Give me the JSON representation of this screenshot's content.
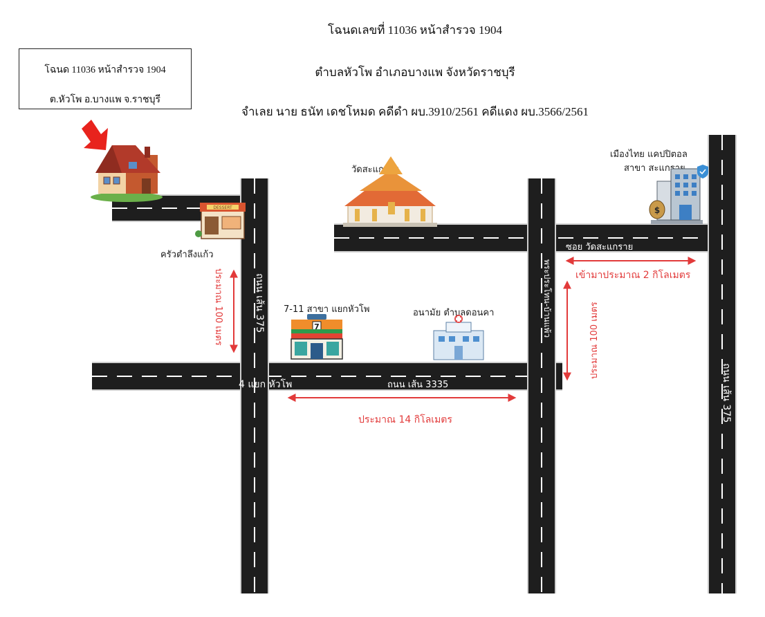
{
  "header": {
    "line1": "โฉนดเลขที่ 11036   หน้าสำรวจ 1904",
    "line2": "ตำบลหัวโพ อำเภอบางแพ     จังหวัดราชบุรี",
    "line3": "จำเลย นาย ธนัท เดชโหมด    คดีดำ ผบ.3910/2561  คดีแดง ผบ.3566/2561"
  },
  "location_box": {
    "line1": "โฉนด 11036 หน้าสำรวจ 1904",
    "line2": "ต.หัวโพ อ.บางแพ จ.ราชบุรี"
  },
  "landmarks": {
    "restaurant": "ครัวตำลึงแก้ว",
    "temple": "วัดสะแกราย",
    "seven_eleven": "7-11 สาขา แยกหัวโพ",
    "health_center": "อนามัย ตำบลดอนคา",
    "bank_line1": "เมืองไทย แคปปิตอล",
    "bank_line2": "สาขา สะแกราย",
    "dessert_sign": "DESSERT"
  },
  "roads": {
    "road_375_left": "ถนน เส้น 375",
    "road_375_right": "ถนน เส้น 375",
    "road_3335": "ถนน เส้น 3335",
    "intersection": "4 แยก หัวโพ",
    "soi_temple": "ซอย วัดสะแกราย",
    "phra_road": "พระประโทน-บ้านแพ้ว"
  },
  "distances": {
    "left_vertical": "ประมาณ 100 เมตร",
    "bottom": "ประมาณ 14 กิโลเมตร",
    "soi": "เข้ามาประมาณ 2 กิโลเมตร",
    "right_vertical": "ประมาณ 100 เมตร"
  },
  "colors": {
    "road": "#1e1e1e",
    "road_edge": "#cfcfcf",
    "distance": "#e23a3a",
    "target_arrow": "#e8231d"
  },
  "icons": [
    "house-icon",
    "dessert-shop-icon",
    "temple-icon",
    "seven-eleven-icon",
    "hospital-icon",
    "bank-building-icon",
    "red-pointer-arrow-icon"
  ]
}
